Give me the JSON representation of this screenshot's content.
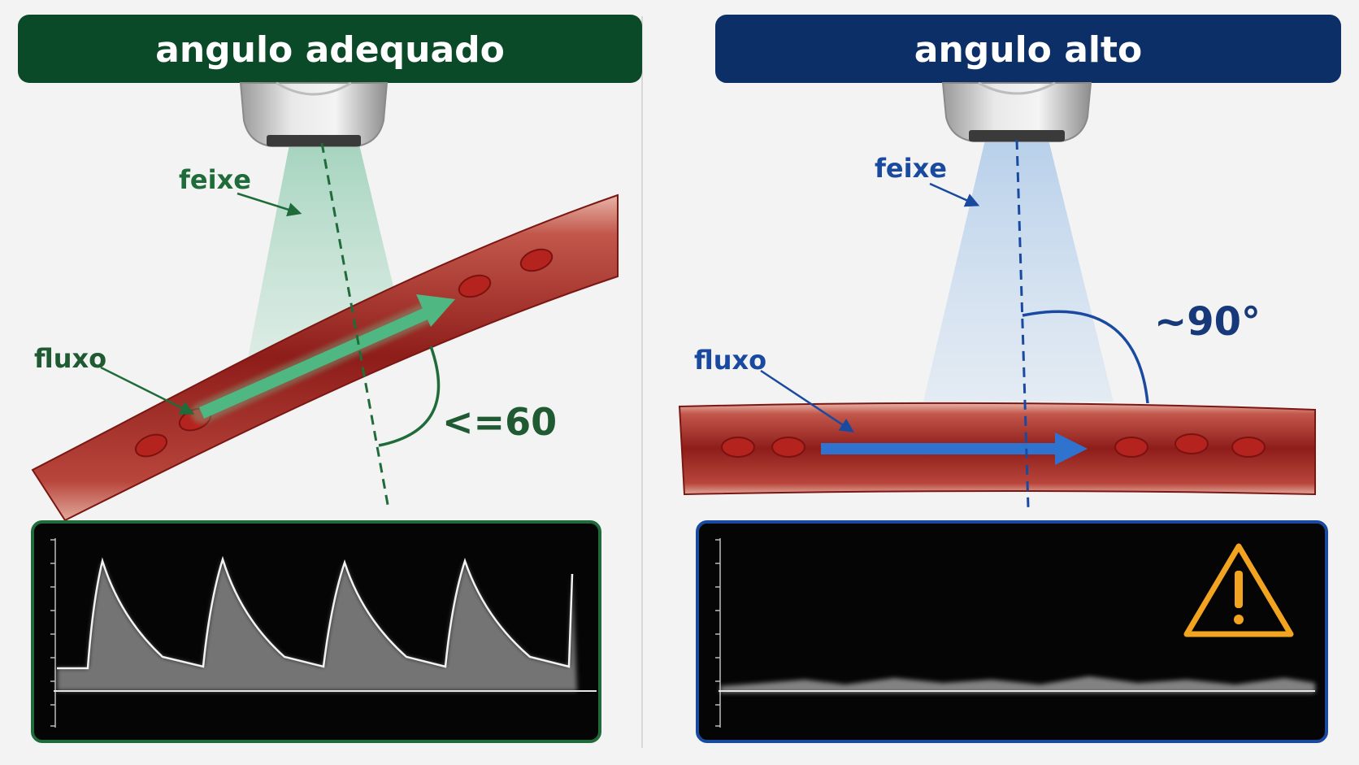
{
  "left": {
    "title": "angulo adequado",
    "beam_label": "feixe",
    "flow_label": "fluxo",
    "angle_label": "<=60",
    "color": "#0b4a28",
    "accent": "#1f6b3a",
    "beam_color": "#9fd0b8"
  },
  "right": {
    "title": "angulo alto",
    "beam_label": "feixe",
    "flow_label": "fluxo",
    "angle_label": "~90°",
    "color": "#0b2f66",
    "accent": "#1a4aa0",
    "beam_color": "#bcd3ec",
    "warning_icon": "warning-triangle-icon"
  }
}
